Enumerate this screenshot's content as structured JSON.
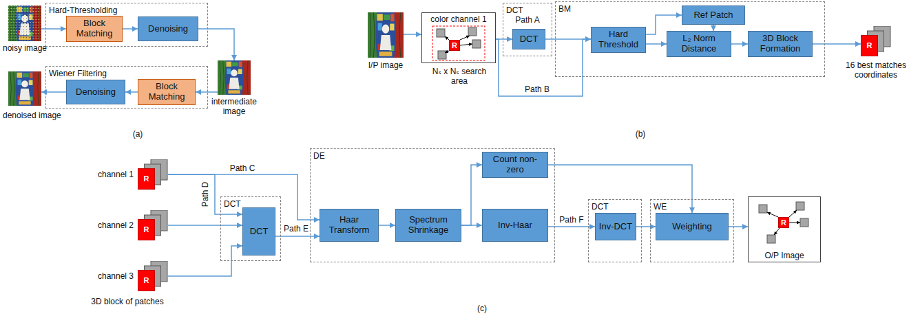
{
  "diagram": {
    "nodes": [
      {
        "text": [
          "noisy image"
        ]
      },
      {
        "text": [
          "Hard-Thresholding"
        ]
      },
      {
        "text": [
          "Block Matching"
        ],
        "in": 1
      },
      {
        "text": [
          "Denoising"
        ],
        "in": 1
      },
      {
        "text": [
          "intermediate image"
        ]
      },
      {
        "text": [
          "Wiener Filtering"
        ]
      },
      {
        "text": [
          "Denoising"
        ],
        "in": 5
      },
      {
        "text": [
          "Block Matching"
        ],
        "in": 5
      },
      {
        "text": [
          "denoised image"
        ]
      },
      {
        "text": [
          "I/P image"
        ]
      },
      {
        "text": [
          "color channel 1",
          "Nₛ x Nₛ search area"
        ]
      },
      {
        "text": [
          "R"
        ],
        "in": 10
      },
      {
        "text": [
          "DCT"
        ]
      },
      {
        "text": [
          "DCT"
        ],
        "in": 12
      },
      {
        "text": [
          "BM"
        ]
      },
      {
        "text": [
          "Hard Threshold"
        ],
        "in": 14
      },
      {
        "text": [
          "Ref Patch"
        ],
        "in": 14
      },
      {
        "text": [
          "L₂ Norm Distance"
        ],
        "in": 14
      },
      {
        "text": [
          "3D Block Formation"
        ],
        "in": 14
      },
      {
        "text": [
          "R",
          "16 best matches coordinates"
        ]
      },
      {
        "text": [
          "R",
          "channel 1"
        ]
      },
      {
        "text": [
          "R",
          "channel 2"
        ]
      },
      {
        "text": [
          "R",
          "channel 3"
        ]
      },
      {
        "text": [
          "DCT"
        ]
      },
      {
        "text": [
          "DCT"
        ],
        "in": 23
      },
      {
        "text": [
          "DE"
        ]
      },
      {
        "text": [
          "Haar Transform"
        ],
        "in": 25
      },
      {
        "text": [
          "Spectrum Shrinkage"
        ],
        "in": 25
      },
      {
        "text": [
          "Count non-zero"
        ],
        "in": 25
      },
      {
        "text": [
          "Inv-Haar"
        ],
        "in": 25
      },
      {
        "text": [
          "DCT"
        ]
      },
      {
        "text": [
          "Inv-DCT"
        ],
        "in": 30
      },
      {
        "text": [
          "WE"
        ]
      },
      {
        "text": [
          "Weighting"
        ],
        "in": 32
      },
      {
        "text": [
          "O/P Image"
        ]
      },
      {
        "text": [
          "R"
        ],
        "in": 34
      }
    ],
    "edges": [
      {
        "from": 0,
        "to": 2,
        "arrow": "to"
      },
      {
        "from": 2,
        "to": 3,
        "arrow": "to"
      },
      {
        "from": 3,
        "to": 4,
        "arrow": "to"
      },
      {
        "from": 4,
        "to": 7,
        "arrow": "to"
      },
      {
        "from": 7,
        "to": 6,
        "arrow": "to"
      },
      {
        "from": 6,
        "to": 8,
        "arrow": "to"
      },
      {
        "from": 9,
        "to": 10,
        "arrow": "to"
      },
      {
        "from": 10,
        "to": 13,
        "arrow": "to"
      },
      {
        "from": 10,
        "to": 15,
        "arrow": "to"
      },
      {
        "from": 13,
        "to": 15,
        "arrow": "to"
      },
      {
        "from": 15,
        "to": 16,
        "arrow": "to"
      },
      {
        "from": 15,
        "to": 17,
        "arrow": "to"
      },
      {
        "from": 16,
        "to": 17,
        "arrow": "to"
      },
      {
        "from": 17,
        "to": 18,
        "arrow": "to"
      },
      {
        "from": 18,
        "to": 19,
        "arrow": "to"
      },
      {
        "from": 20,
        "to": 26,
        "arrow": "to"
      },
      {
        "from": 20,
        "to": 24,
        "arrow": "to"
      },
      {
        "from": 21,
        "to": 24,
        "arrow": "to"
      },
      {
        "from": 22,
        "to": 24,
        "arrow": "to"
      },
      {
        "from": 24,
        "to": 26,
        "arrow": "to"
      },
      {
        "from": 26,
        "to": 27,
        "arrow": "to"
      },
      {
        "from": 27,
        "to": 28,
        "arrow": "to"
      },
      {
        "from": 27,
        "to": 29,
        "arrow": "to"
      },
      {
        "from": 29,
        "to": 31,
        "arrow": "to"
      },
      {
        "from": 28,
        "to": 33,
        "arrow": "to"
      },
      {
        "from": 31,
        "to": 33,
        "arrow": "to"
      },
      {
        "from": 33,
        "to": 34,
        "arrow": "to"
      }
    ],
    "labels": [
      "(a)",
      "Path A",
      "Path B",
      "(b)",
      "Path C",
      "Path D",
      "Path E",
      "Path F",
      "3D block of patches",
      "(c)"
    ]
  }
}
